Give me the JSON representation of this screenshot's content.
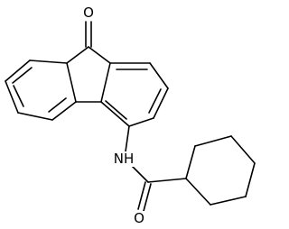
{
  "molecule": {
    "atom_labels": {
      "ketone_oxygen": "O",
      "amide_nitrogen": "NH",
      "amide_oxygen": "O"
    }
  },
  "colors": {
    "bond": "#000000",
    "background": "#ffffff"
  }
}
